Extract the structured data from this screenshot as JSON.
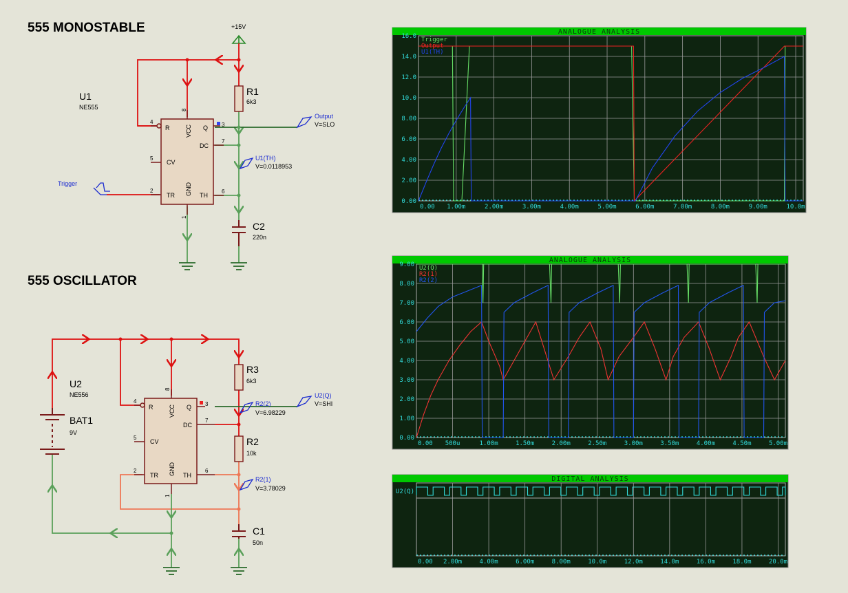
{
  "monostable": {
    "title": "555 MONOSTABLE",
    "supply": "+15V",
    "u1": {
      "ref": "U1",
      "part": "NE555"
    },
    "pins": {
      "r": "R",
      "vcc": "VCC",
      "q": "Q",
      "dc": "DC",
      "cv": "CV",
      "tr": "TR",
      "gnd": "GND",
      "th": "TH",
      "n4": "4",
      "n8": "8",
      "n3": "3",
      "n7": "7",
      "n5": "5",
      "n2": "2",
      "n6": "6",
      "n1": "1"
    },
    "r1": {
      "ref": "R1",
      "value": "6k3"
    },
    "c2": {
      "ref": "C2",
      "value": "220n"
    },
    "probe_output": {
      "name": "Output",
      "value": "V=SLO"
    },
    "probe_th": {
      "name": "U1(TH)",
      "value": "V=0.0118953"
    },
    "trigger_label": "Trigger"
  },
  "oscillator": {
    "title": "555 OSCILLATOR",
    "u2": {
      "ref": "U2",
      "part": "NE556"
    },
    "pins": {
      "r": "R",
      "vcc": "VCC",
      "q": "Q",
      "dc": "DC",
      "cv": "CV",
      "tr": "TR",
      "gnd": "GND",
      "th": "TH",
      "n4": "4",
      "n8": "8",
      "n3": "3",
      "n7": "7",
      "n5": "5",
      "n2": "2",
      "n6": "6",
      "n1": "1"
    },
    "bat1": {
      "ref": "BAT1",
      "value": "9V"
    },
    "r3": {
      "ref": "R3",
      "value": "6k3"
    },
    "r2": {
      "ref": "R2",
      "value": "10k"
    },
    "c1": {
      "ref": "C1",
      "value": "50n"
    },
    "probe_r2_2": {
      "name": "R2(2)",
      "value": "V=6.98229"
    },
    "probe_u2q": {
      "name": "U2(Q)",
      "value": "V=SHI"
    },
    "probe_r2_1": {
      "name": "R2(1)",
      "value": "V=3.78029"
    }
  },
  "colors": {
    "wire_red": "#dd1111",
    "wire_green": "#5aa05a",
    "wire_orange": "#ee7755",
    "part_fill": "#e8d8c4",
    "part_stroke": "#7a1a1a",
    "graph_bg": "#0e2410",
    "graph_title": "#00c800",
    "graph_axis": "#33dddd"
  },
  "chart_data": [
    {
      "type": "line",
      "title": "ANALOGUE ANALYSIS",
      "xlim": [
        0,
        10.2
      ],
      "ylim": [
        0,
        16
      ],
      "x_ticks": [
        "0.00",
        "1.00m",
        "2.00m",
        "3.00m",
        "4.00m",
        "5.00m",
        "6.00m",
        "7.00m",
        "8.00m",
        "9.00m",
        "10.0m"
      ],
      "y_ticks": [
        "0.00",
        "2.00",
        "4.00",
        "6.00",
        "8.00",
        "10.0",
        "12.0",
        "14.0",
        "16.0"
      ],
      "series": [
        {
          "name": "Trigger",
          "color": "#66dd66",
          "x": [
            0,
            0.9,
            0.93,
            1.15,
            1.35,
            1.5,
            1.55,
            5.6,
            5.65,
            5.72,
            9.7,
            9.72,
            9.85,
            10.2
          ],
          "y": [
            15,
            15,
            0,
            0,
            15,
            15,
            15,
            15,
            15,
            0,
            0,
            15,
            15,
            15
          ]
        },
        {
          "name": "Output",
          "color": "#ee2222",
          "x": [
            0,
            1.45,
            1.47,
            1.5,
            5.7,
            5.72,
            9.7,
            9.72,
            10.2
          ],
          "y": [
            15,
            15,
            15,
            15,
            15,
            0,
            15,
            15,
            15
          ]
        },
        {
          "name": "U1(TH)",
          "color": "#2244ee",
          "x": [
            0,
            0.2,
            0.4,
            0.6,
            0.8,
            1.0,
            1.2,
            1.38,
            1.4,
            1.44,
            5.75,
            6.2,
            6.8,
            7.4,
            8.0,
            8.6,
            9.2,
            9.7,
            9.72,
            10.2
          ],
          "y": [
            0,
            1.8,
            3.5,
            5.1,
            6.5,
            7.8,
            9.0,
            10.0,
            0,
            0,
            0,
            3.2,
            6.3,
            8.7,
            10.5,
            11.9,
            13.0,
            14.0,
            0,
            0
          ]
        }
      ]
    },
    {
      "type": "line",
      "title": "ANALOGUE ANALYSIS",
      "xlim": [
        0,
        5.1
      ],
      "ylim": [
        0,
        9
      ],
      "x_ticks": [
        "0.00",
        "500u",
        "1.00m",
        "1.50m",
        "2.00m",
        "2.50m",
        "3.00m",
        "3.50m",
        "4.00m",
        "4.50m",
        "5.00m"
      ],
      "y_ticks": [
        "0.00",
        "1.00",
        "2.00",
        "3.00",
        "4.00",
        "5.00",
        "6.00",
        "7.00",
        "8.00",
        "9.00"
      ],
      "series": [
        {
          "name": "U2(Q)",
          "color": "#66dd66",
          "x": [
            0,
            0.44,
            0.45,
            0.47,
            0.48,
            0.9,
            0.91,
            0.92,
            0.93,
            1.38,
            1.39,
            1.41,
            1.42,
            1.83,
            1.84,
            1.86,
            1.87,
            2.33,
            2.34,
            2.36,
            2.37,
            2.78,
            2.79,
            2.81,
            2.82,
            3.28,
            3.29,
            3.31,
            3.32,
            3.73,
            3.74,
            3.76,
            3.77,
            4.23,
            4.24,
            4.26,
            4.27,
            4.68,
            4.69,
            4.71,
            4.72,
            5.1
          ],
          "y": [
            9,
            9,
            9,
            9,
            9,
            9,
            9,
            7.0,
            9,
            9,
            9,
            9,
            9,
            9,
            9,
            7.0,
            9,
            9,
            9,
            9,
            9,
            9,
            9,
            7.0,
            9,
            9,
            9,
            9,
            9,
            9,
            9,
            7.0,
            9,
            9,
            9,
            9,
            9,
            9,
            9,
            7.0,
            9,
            9
          ]
        },
        {
          "name": "R2(1)",
          "color": "#ee3333",
          "x": [
            0,
            0.1,
            0.2,
            0.3,
            0.45,
            0.6,
            0.75,
            0.9,
            1.0,
            1.15,
            1.2,
            1.35,
            1.5,
            1.65,
            1.75,
            1.9,
            2.1,
            2.25,
            2.4,
            2.55,
            2.65,
            2.8,
            3.0,
            3.15,
            3.3,
            3.45,
            3.55,
            3.7,
            3.9,
            4.05,
            4.2,
            4.35,
            4.45,
            4.6,
            4.8,
            4.95,
            5.1
          ],
          "y": [
            0,
            1.2,
            2.2,
            3.0,
            4.0,
            4.8,
            5.5,
            6.0,
            5.0,
            3.7,
            3.0,
            4.0,
            5.0,
            6.0,
            4.8,
            3.0,
            4.2,
            5.2,
            6.0,
            4.6,
            3.0,
            4.2,
            5.2,
            6.0,
            4.6,
            3.0,
            4.2,
            5.2,
            6.0,
            4.6,
            3.0,
            4.2,
            5.2,
            6.0,
            4.2,
            3.0,
            4.0
          ]
        },
        {
          "name": "R2(2)",
          "color": "#2255ee",
          "x": [
            0,
            0.15,
            0.3,
            0.5,
            0.7,
            0.9,
            0.91,
            1.2,
            1.21,
            1.35,
            1.6,
            1.82,
            1.83,
            2.1,
            2.11,
            2.25,
            2.5,
            2.72,
            2.73,
            3.0,
            3.01,
            3.15,
            3.4,
            3.62,
            3.63,
            3.9,
            3.91,
            4.05,
            4.3,
            4.52,
            4.53,
            4.8,
            4.81,
            4.95,
            5.1
          ],
          "y": [
            5.5,
            6.2,
            6.8,
            7.3,
            7.6,
            7.9,
            0,
            0,
            6.5,
            7.0,
            7.5,
            7.9,
            0,
            0,
            6.5,
            7.0,
            7.5,
            7.9,
            0,
            0,
            6.5,
            7.0,
            7.5,
            7.9,
            0,
            0,
            6.5,
            7.0,
            7.5,
            7.9,
            0,
            0,
            6.5,
            7.0,
            7.1
          ]
        }
      ]
    },
    {
      "type": "line",
      "title": "DIGITAL ANALYSIS",
      "xlim": [
        0,
        20.4
      ],
      "x_ticks": [
        "0.00",
        "2.00m",
        "4.00m",
        "6.00m",
        "8.00m",
        "10.0m",
        "12.0m",
        "14.0m",
        "16.0m",
        "18.0m",
        "20.0m"
      ],
      "series": [
        {
          "name": "U2(Q)",
          "color": "#33dddd",
          "period_ms": 0.92,
          "duty": 0.68
        }
      ]
    }
  ]
}
